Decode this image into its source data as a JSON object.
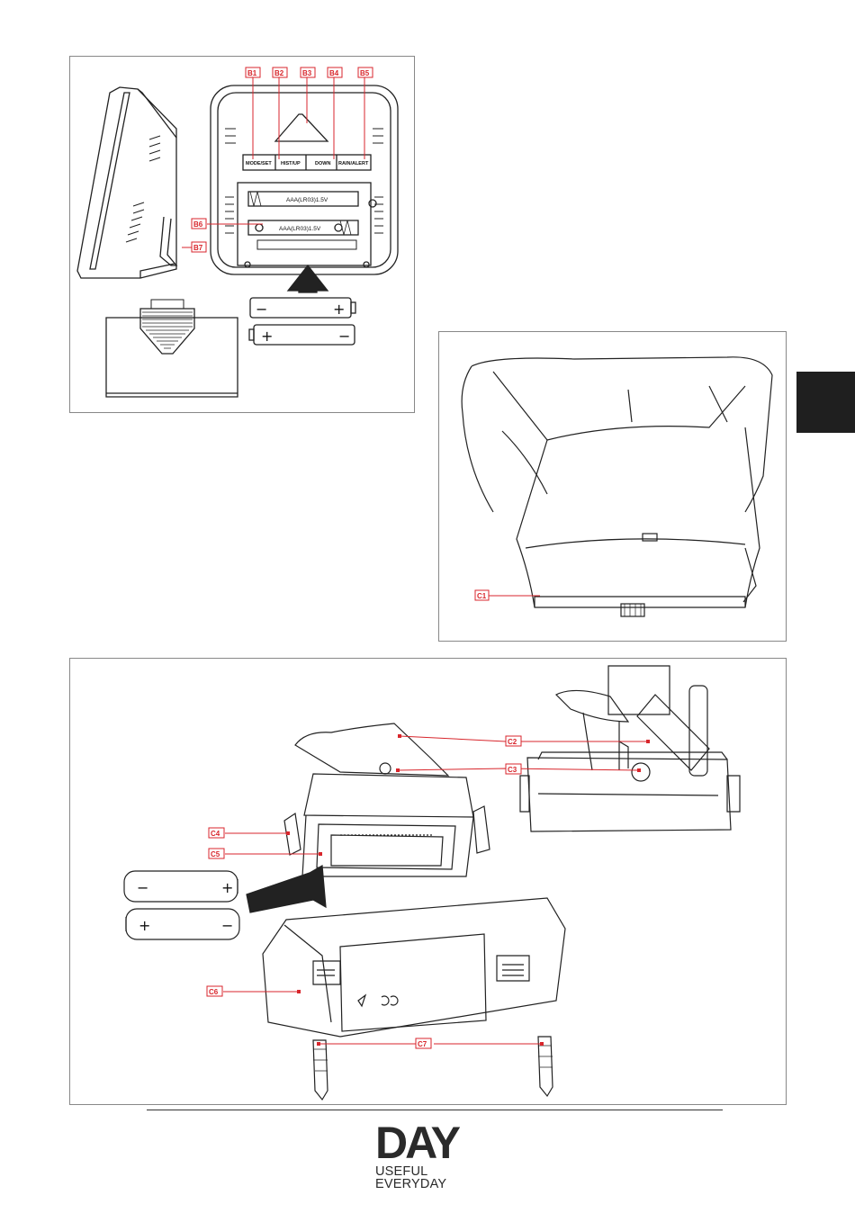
{
  "panel_b": {
    "labels": [
      "B1",
      "B2",
      "B3",
      "B4",
      "B5",
      "B6",
      "B7"
    ],
    "buttons": [
      "MODE/SET",
      "HIST/UP",
      "DOWN",
      "RAIN/ALERT"
    ],
    "battery_slot": "AAA(LR03)1.5V"
  },
  "panel_c_top": {
    "labels": [
      "C1"
    ]
  },
  "panel_c": {
    "labels": [
      "C2",
      "C3",
      "C4",
      "C5",
      "C6",
      "C7"
    ]
  },
  "signs": {
    "minus": "−",
    "plus": "+"
  },
  "logo": {
    "word": "DAY",
    "line1": "USEFUL",
    "line2": "EVERYDAY"
  },
  "colors": {
    "label": "#d8262c",
    "tab": "#1f1f1f"
  }
}
